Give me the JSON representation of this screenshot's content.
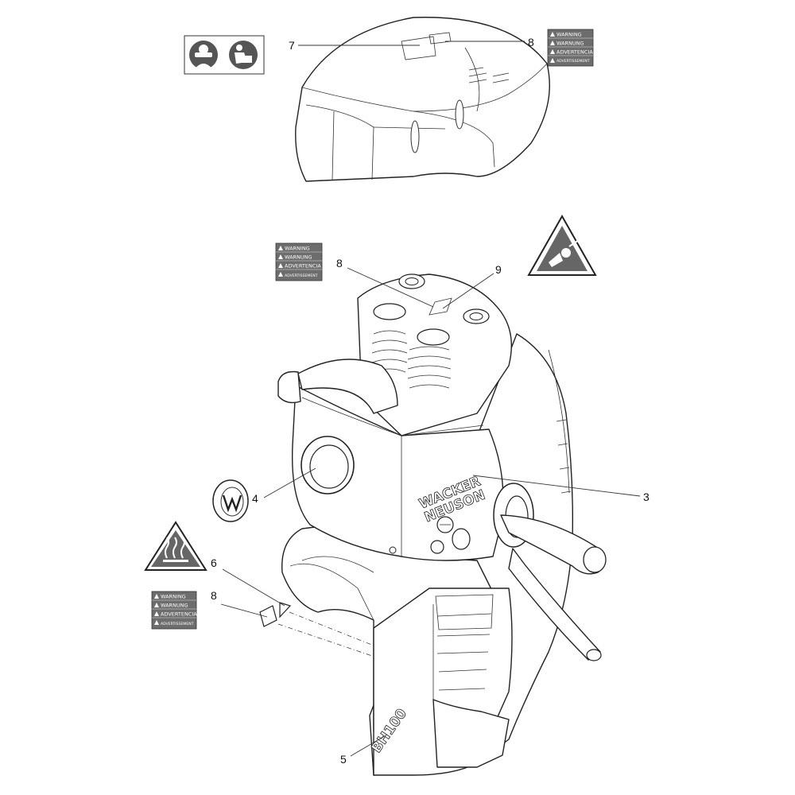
{
  "callouts": {
    "c7": "7",
    "c8_top": "8",
    "c8_mid": "8",
    "c9": "9",
    "c4": "4",
    "c3": "3",
    "c6": "6",
    "c8_low": "8",
    "c5": "5"
  },
  "warning_label": {
    "lines": [
      "WARNING",
      "WARNUNG",
      "ADVERTENCIA",
      "ADVERTISSEMENT"
    ]
  },
  "brand": {
    "line1": "WACKER",
    "line2": "NEUSON"
  },
  "model": "BH100",
  "icons": [
    "eye-protection-icon",
    "read-manual-icon",
    "hand-injury-warning-icon",
    "hot-surface-warning-icon",
    "wacker-neuson-w-logo-icon"
  ],
  "colors": {
    "label_bg": "#6d6d6d",
    "outline": "#222222"
  }
}
